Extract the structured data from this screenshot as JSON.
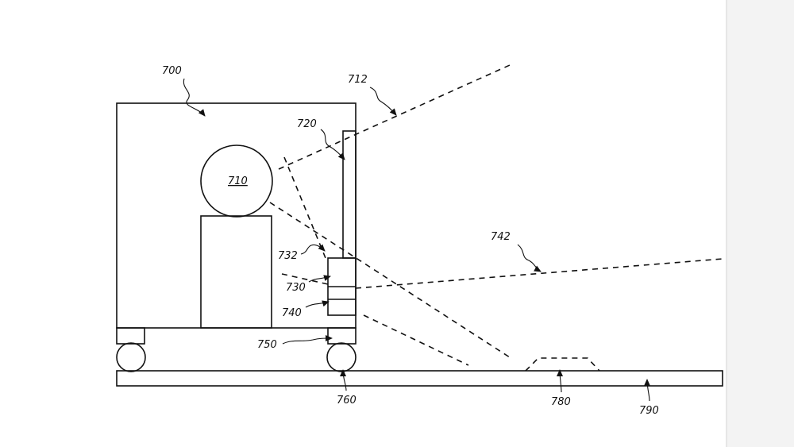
{
  "labels": {
    "l700": "700",
    "l710": "710",
    "l712": "712",
    "l720": "720",
    "l732": "732",
    "l730": "730",
    "l740": "740",
    "l742": "742",
    "l750": "750",
    "l760": "760",
    "l780": "780",
    "l790": "790"
  }
}
